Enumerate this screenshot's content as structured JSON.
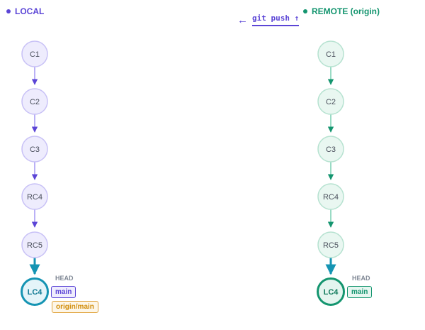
{
  "local": {
    "title": "LOCAL",
    "commits": [
      "C1",
      "C2",
      "C3",
      "RC4",
      "RC5",
      "LC4"
    ],
    "head_label": "HEAD",
    "branch_tag": "main",
    "remote_tag": "origin/main"
  },
  "remote": {
    "title": "REMOTE (origin)",
    "commits": [
      "C1",
      "C2",
      "C3",
      "RC4",
      "RC5",
      "LC4"
    ],
    "head_label": "HEAD",
    "branch_tag": "main"
  },
  "push": {
    "arrow_left": "←",
    "command": "git push",
    "arrow_up": "↑"
  },
  "colors": {
    "local_accent": "#5b45d6",
    "remote_accent": "#14956f",
    "head_node": "#1594b3",
    "origin_tag": "#e0a33a"
  }
}
